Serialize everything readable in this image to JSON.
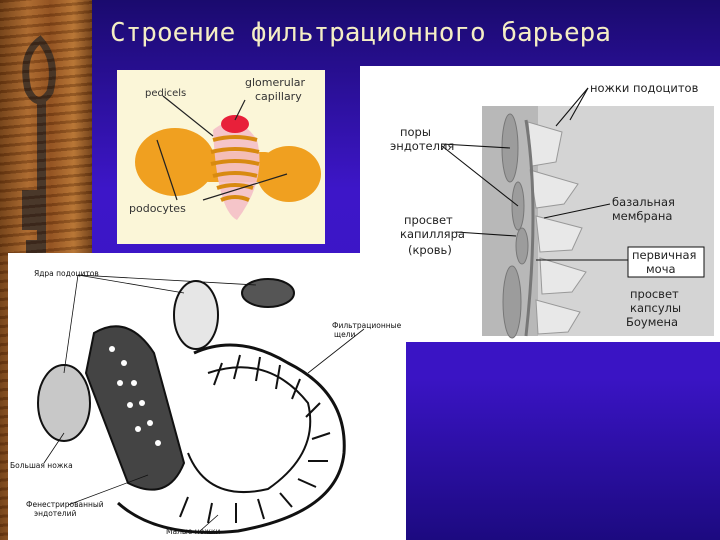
{
  "slide": {
    "title": "Строение фильтрационного барьера"
  },
  "figure_top_left": {
    "labels": {
      "pedicels": "pedicels",
      "glomerular": "glomerular",
      "capillary": "capillary",
      "podocytes": "podocytes"
    }
  },
  "figure_right": {
    "labels": {
      "podocyte_feet": "ножки подоцитов",
      "endothelium_pores_1": "поры",
      "endothelium_pores_2": "эндотелия",
      "capillary_lumen_1": "просвет",
      "capillary_lumen_2": "капилляра",
      "capillary_lumen_3": "(кровь)",
      "basement_membrane_1": "базальная",
      "basement_membrane_2": "мембрана",
      "primary_urine_1": "первичная",
      "primary_urine_2": "моча",
      "bowman_1": "просвет",
      "bowman_2": "капсулы",
      "bowman_3": "Боумена"
    }
  },
  "figure_bottom_left": {
    "labels": {
      "podocyte_nuclei": "Ядра подоцитов",
      "filtration_slits_1": "Фильтрационные",
      "filtration_slits_2": "щели",
      "large_foot": "Большая ножка",
      "fenestrated_1": "Фенестрированный",
      "fenestrated_2": "эндотелий",
      "small_feet": "Малые ножки"
    }
  },
  "colors": {
    "background": "#3a14c4",
    "title": "#f4eec4",
    "podocyte": "#f0a020",
    "capillary": "#e8203a"
  }
}
